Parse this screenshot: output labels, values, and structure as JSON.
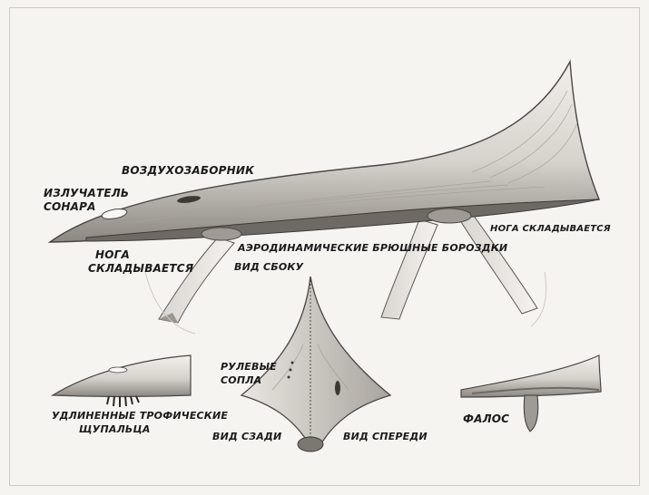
{
  "labels": {
    "air_intake": "ВОЗДУХОЗАБОРНИК",
    "sonar_emitter": [
      "ИЗЛУЧАТЕЛЬ",
      "СОНАРА"
    ],
    "leg_folds_left": [
      "НОГА",
      "СКЛАДЫВАЕТСЯ"
    ],
    "aero_grooves": "АЭРОДИНАМИЧЕСКИЕ БРЮШНЫЕ БОРОЗДКИ",
    "side_view": "ВИД СБОКУ",
    "leg_folds_right": "НОГА СКЛАДЫВАЕТСЯ",
    "steering_nozzles": [
      "РУЛЕВЫЕ",
      "СОПЛА"
    ],
    "trophic_tentacles": [
      "УДЛИНЕННЫЕ ТРОФИЧЕСКИЕ",
      "ЩУПАЛЬЦА"
    ],
    "rear_view": "ВИД СЗАДИ",
    "front_view": "ВИД СПЕРЕДИ",
    "phallus": "ФАЛОС"
  },
  "colors": {
    "paper": "#f6f4f1",
    "ink": "#1a1a1a",
    "body_light": "#e8e5e0",
    "body_mid": "#b8b3ad",
    "body_dark": "#6e6963"
  }
}
